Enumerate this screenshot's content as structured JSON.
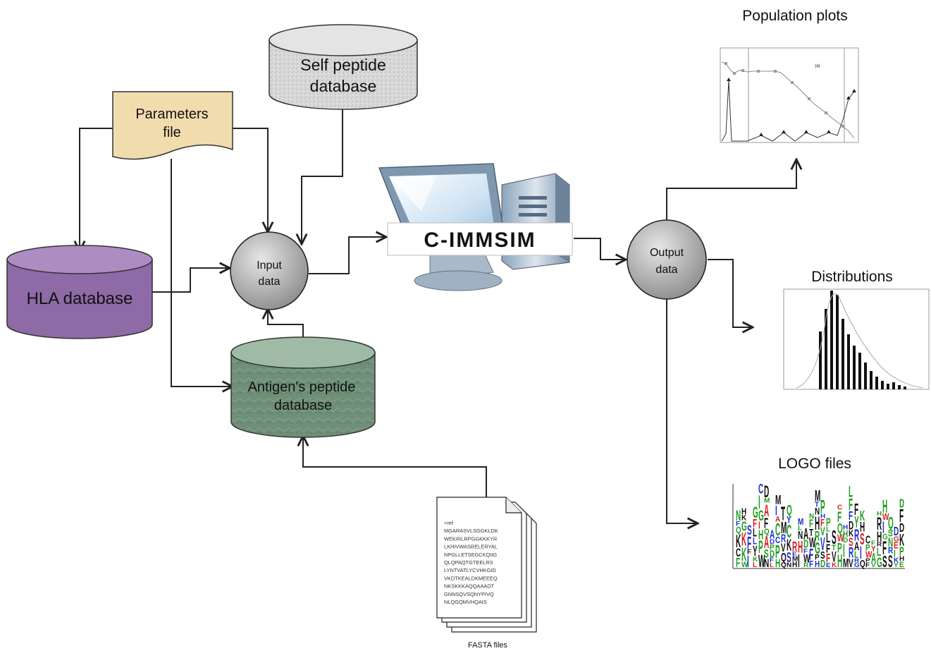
{
  "nodes": {
    "self_db": {
      "line1": "Self peptide",
      "line2": "database"
    },
    "params": {
      "line1": "Parameters",
      "line2": "file"
    },
    "hla_db": {
      "label": "HLA database"
    },
    "input": {
      "line1": "Input",
      "line2": "data"
    },
    "antigen_db": {
      "line1": "Antigen's peptide",
      "line2": "database"
    },
    "simulator": {
      "label": "C-IMMSIM"
    },
    "output": {
      "line1": "Output",
      "line2": "data"
    },
    "fasta": {
      "caption": "FASTA files",
      "lines": [
        ">ref",
        "MGARASVLSGGKLDK",
        "WEKIRLRPGGKKKYR",
        "LKHIVWASRELERYAL",
        "NPGLLETSEGCKQIIG",
        "QLQPAQTGTEELRS",
        "LYNTVATLYCVHKGID",
        "VKDTKEALDKMEEEQ",
        "NKSKKKAQQAAADT",
        "GNNSQVSQNYPIVQ",
        "NLQGQMVHQAIS"
      ]
    },
    "population_plots": {
      "title": "Population plots",
      "inset_label": "(a)"
    },
    "distributions": {
      "title": "Distributions"
    },
    "logo_files": {
      "title": "LOGO  files"
    }
  },
  "colors": {
    "hla": "#8e6aa6",
    "antigen": "#6f8f78",
    "self": "#d6d6d6",
    "params": "#f1dcae",
    "node": "#9c9c9c"
  },
  "icons": {
    "simulator": "computer-monitor-icon",
    "fasta": "document-stack-icon"
  }
}
